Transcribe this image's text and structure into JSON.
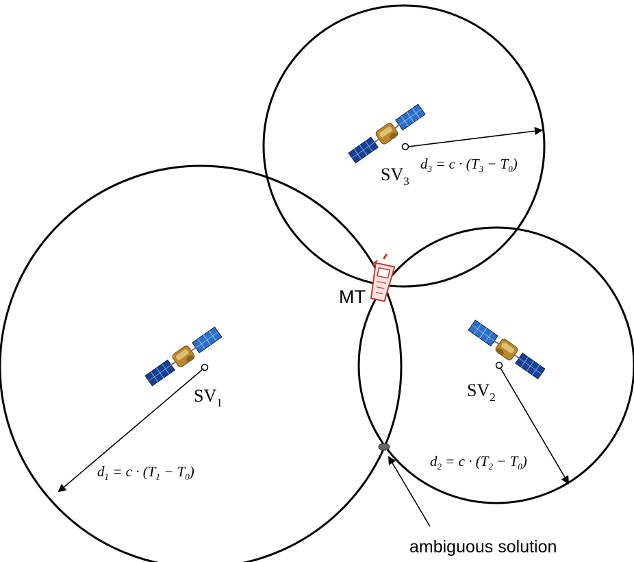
{
  "satellites": [
    {
      "name": "SV",
      "sub": "1",
      "equation": {
        "d": "d",
        "d_sub": "1",
        "mid": " = c · (",
        "t": "T",
        "t_sub": "1",
        "minus": " − ",
        "t0": "T",
        "t0_sub": "0",
        "close": ")"
      }
    },
    {
      "name": "SV",
      "sub": "2",
      "equation": {
        "d": "d",
        "d_sub": "2",
        "mid": " = c · (",
        "t": "T",
        "t_sub": "2",
        "minus": " − ",
        "t0": "T",
        "t0_sub": "0",
        "close": ")"
      }
    },
    {
      "name": "SV",
      "sub": "3",
      "equation": {
        "d": "d",
        "d_sub": "3",
        "mid": " = c · (",
        "t": "T",
        "t_sub": "3",
        "minus": " − ",
        "t0": "T",
        "t0_sub": "0",
        "close": ")"
      }
    }
  ],
  "terminal_label": "MT",
  "ambiguous_label": "ambiguous solution",
  "colors": {
    "circle": "#000000",
    "panel_dark": "#1a3f8f",
    "panel_light": "#3f86d8",
    "satellite_body": "#b8892f",
    "phone": "#c0392b",
    "ambiguous_point": "#555555"
  },
  "icons": {
    "satellite": "satellite-icon",
    "phone": "mobile-terminal-icon"
  }
}
